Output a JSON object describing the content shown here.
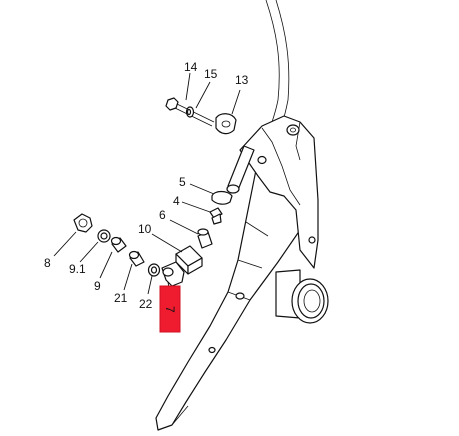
{
  "callouts": [
    {
      "id": "14",
      "label": "14"
    },
    {
      "id": "15",
      "label": "15"
    },
    {
      "id": "13",
      "label": "13"
    },
    {
      "id": "5",
      "label": "5"
    },
    {
      "id": "4",
      "label": "4"
    },
    {
      "id": "6",
      "label": "6"
    },
    {
      "id": "10",
      "label": "10"
    },
    {
      "id": "8",
      "label": "8"
    },
    {
      "id": "9.1",
      "label": "9.1"
    },
    {
      "id": "9",
      "label": "9"
    },
    {
      "id": "21",
      "label": "21"
    },
    {
      "id": "22",
      "label": "22"
    },
    {
      "id": "7",
      "label": "7",
      "highlighted": true
    }
  ],
  "colors": {
    "line": "#111111",
    "background": "#ffffff",
    "highlight_fill": "#ee1c2e",
    "highlight_stroke": "#d01020"
  }
}
